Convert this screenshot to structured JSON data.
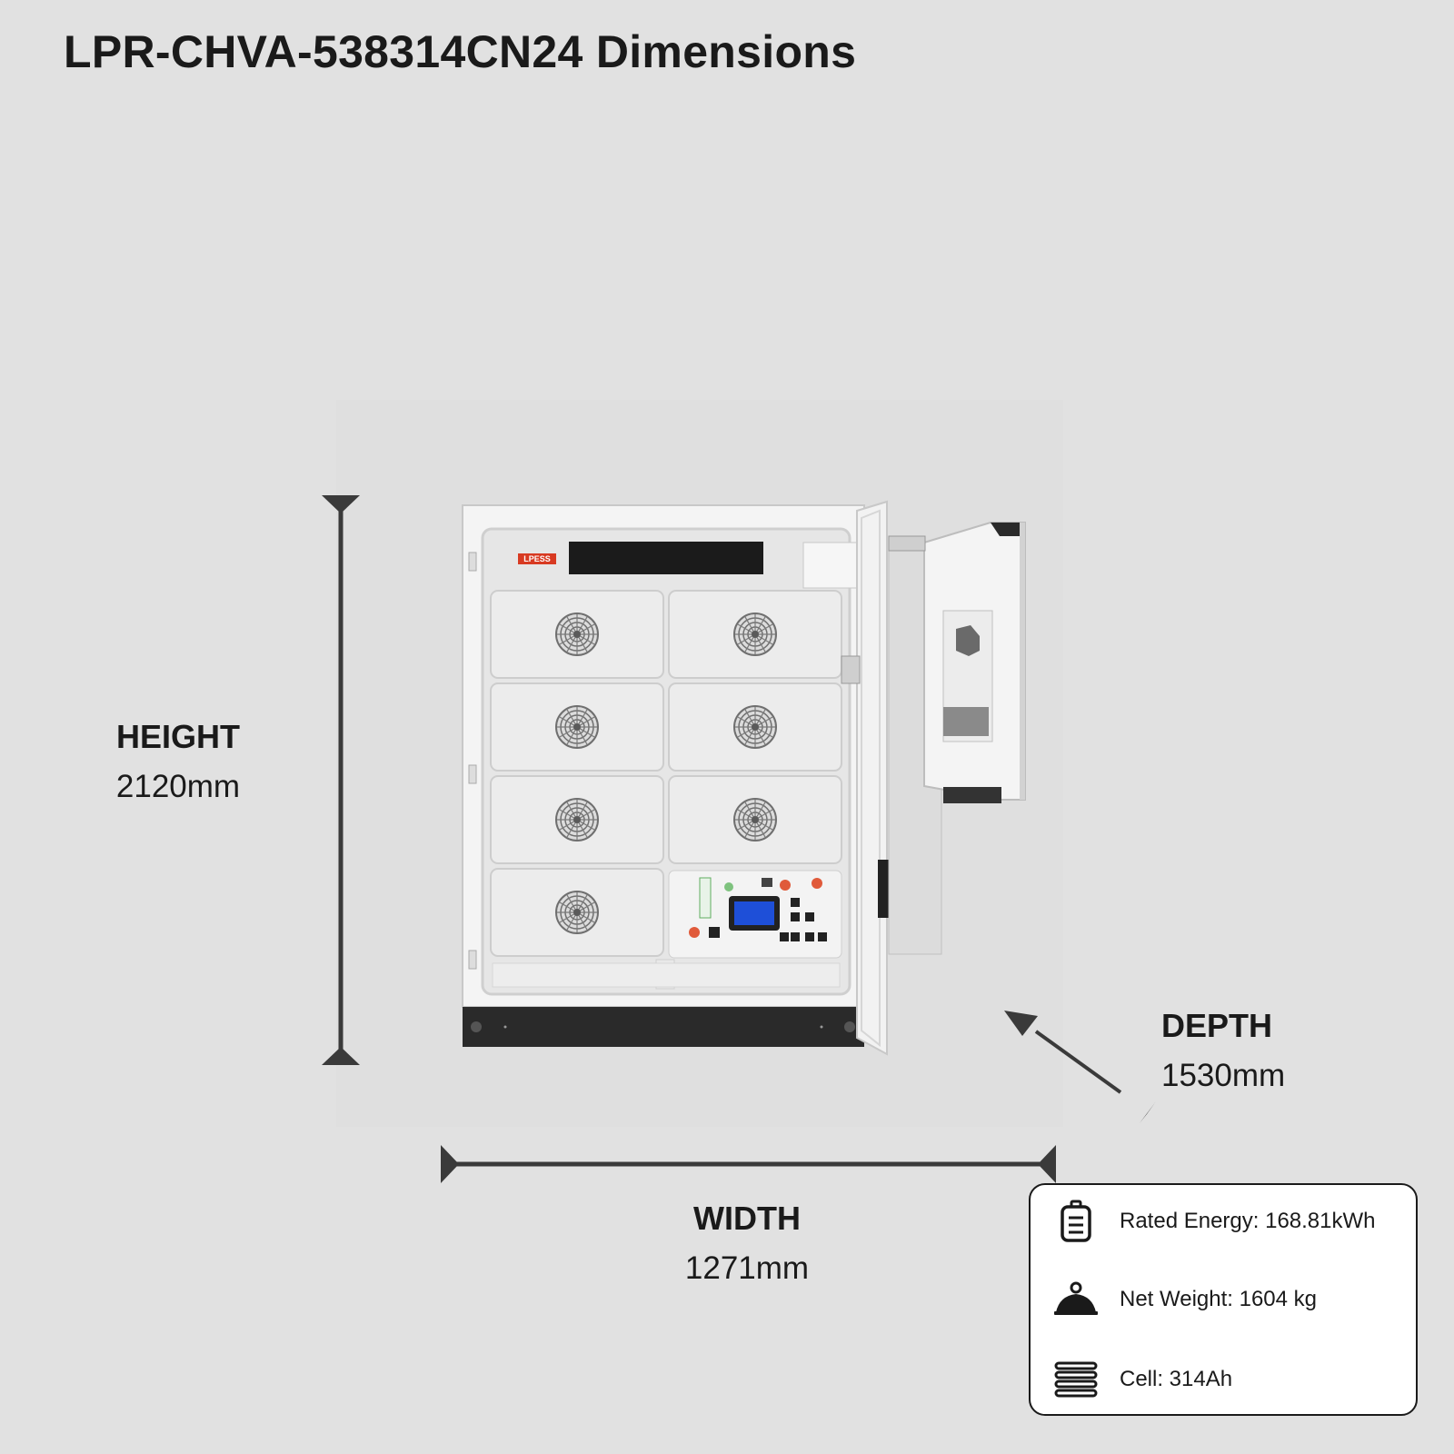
{
  "title": "LPR-CHVA-538314CN24 Dimensions",
  "colors": {
    "background": "#e1e1e1",
    "arrow": "#3a3a3a",
    "cabinet_body": "#f4f4f4",
    "module": "#ececec",
    "base": "#2a2a2a",
    "display": "#1e4fd8",
    "brand_badge": "#d83a22"
  },
  "product": {
    "brand_logo_text": "LPESS"
  },
  "dimensions": {
    "height": {
      "label": "HEIGHT",
      "value": "2120mm"
    },
    "width": {
      "label": "WIDTH",
      "value": "1271mm"
    },
    "depth": {
      "label": "DEPTH",
      "value": "1530mm"
    }
  },
  "specs": [
    {
      "icon": "battery-icon",
      "text": "Rated Energy: 168.81kWh"
    },
    {
      "icon": "weight-scale-icon",
      "text": "Net Weight: 1604 kg"
    },
    {
      "icon": "cell-stack-icon",
      "text": "Cell: 314Ah"
    }
  ]
}
